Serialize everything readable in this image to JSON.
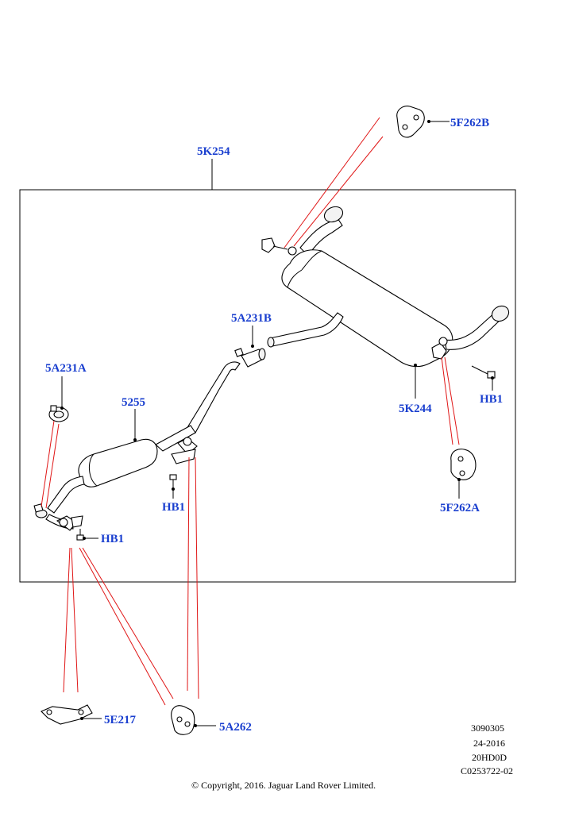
{
  "callouts": {
    "c_5K254": "5K254",
    "c_5F262B": "5F262B",
    "c_5A231B": "5A231B",
    "c_5A231A": "5A231A",
    "c_5255": "5255",
    "c_5K244": "5K244",
    "c_HB1_right": "HB1",
    "c_5F262A": "5F262A",
    "c_HB1_mid": "HB1",
    "c_HB1_left": "HB1",
    "c_5E217": "5E217",
    "c_5A262": "5A262"
  },
  "meta": {
    "line1": "3090305",
    "line2": "24-2016",
    "line3": "20HD0D",
    "line4": "C0253722-02"
  },
  "copyright": "© Copyright, 2016. Jaguar Land Rover Limited.",
  "colors": {
    "callout": "#1a3fcf",
    "leader_red": "#e01616",
    "line": "#000000"
  }
}
